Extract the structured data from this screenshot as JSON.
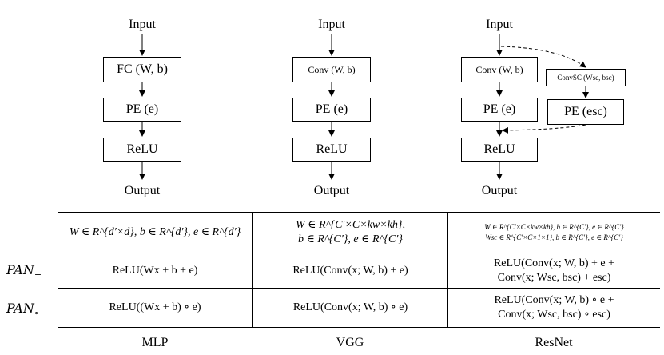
{
  "diagrams": {
    "mlp": {
      "input": "Input",
      "layer": "FC (W, b)",
      "pe": "PE (e)",
      "act": "ReLU",
      "output": "Output"
    },
    "vgg": {
      "input": "Input",
      "layer": "Conv (W, b)",
      "pe": "PE (e)",
      "act": "ReLU",
      "output": "Output"
    },
    "resnet": {
      "input": "Input",
      "layer": "Conv (W, b)",
      "shortcut": "ConvSC (Wsc, bsc)",
      "pe": "PE (e)",
      "pe_sc": "PE (esc)",
      "act": "ReLU",
      "output": "Output"
    }
  },
  "table": {
    "row_labels": {
      "plus": "PAN",
      "plus_sub": "+",
      "circ": "PAN",
      "circ_sub": "∘"
    },
    "params": {
      "mlp": "W ∈ R^{d′×d}, b ∈ R^{d′}, e ∈ R^{d′}",
      "vgg_line1": "W ∈ R^{C′×C×kw×kh},",
      "vgg_line2": "b ∈ R^{C′}, e ∈ R^{C′}",
      "resnet_line1": "W ∈ R^{C′×C×kw×kh}, b ∈ R^{C′}, e ∈ R^{C′}",
      "resnet_line2": "Wsc ∈ R^{C′×C×1×1}, b ∈ R^{C′}, e ∈ R^{C′}"
    },
    "plus": {
      "mlp": "ReLU(Wx + b + e)",
      "vgg": "ReLU(Conv(x; W, b) + e)",
      "resnet_line1": "ReLU(Conv(x; W, b) + e +",
      "resnet_line2": "Conv(x; Wsc, bsc) + esc)"
    },
    "circ": {
      "mlp": "ReLU((Wx + b) ∘ e)",
      "vgg": "ReLU(Conv(x; W, b) ∘ e)",
      "resnet_line1": "ReLU(Conv(x; W, b) ∘ e +",
      "resnet_line2": "Conv(x; Wsc, bsc) ∘ esc)"
    },
    "columns": [
      "MLP",
      "VGG",
      "ResNet"
    ]
  }
}
